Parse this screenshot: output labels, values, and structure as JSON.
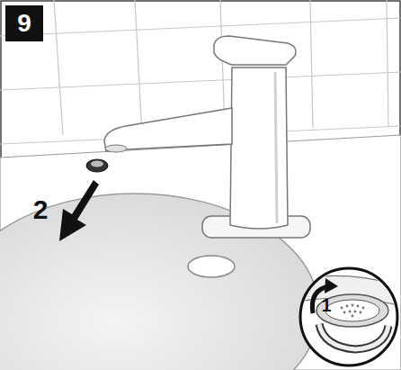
{
  "diagram": {
    "labels": [
      "9",
      "1",
      "2"
    ]
  }
}
